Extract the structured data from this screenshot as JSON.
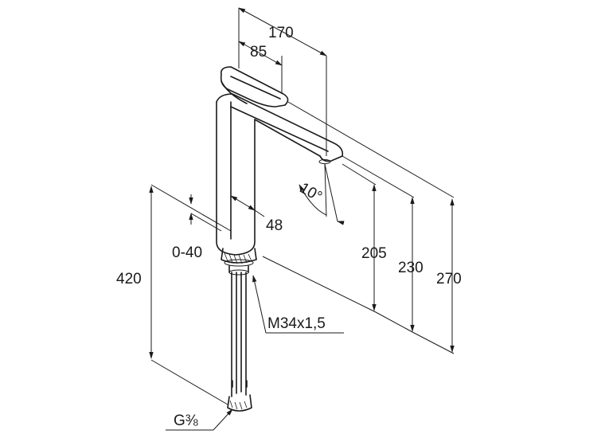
{
  "drawing": {
    "dimensions": {
      "overall_reach": "170",
      "lever_reach": "85",
      "spout_angle": "10°",
      "spout_projection": "48",
      "deck_thickness": "0-40",
      "hose_length": "420",
      "outlet_height": "205",
      "spout_height": "230",
      "total_height": "270",
      "mount_thread": "M34x1,5",
      "connection_thread": "G⅜"
    }
  }
}
